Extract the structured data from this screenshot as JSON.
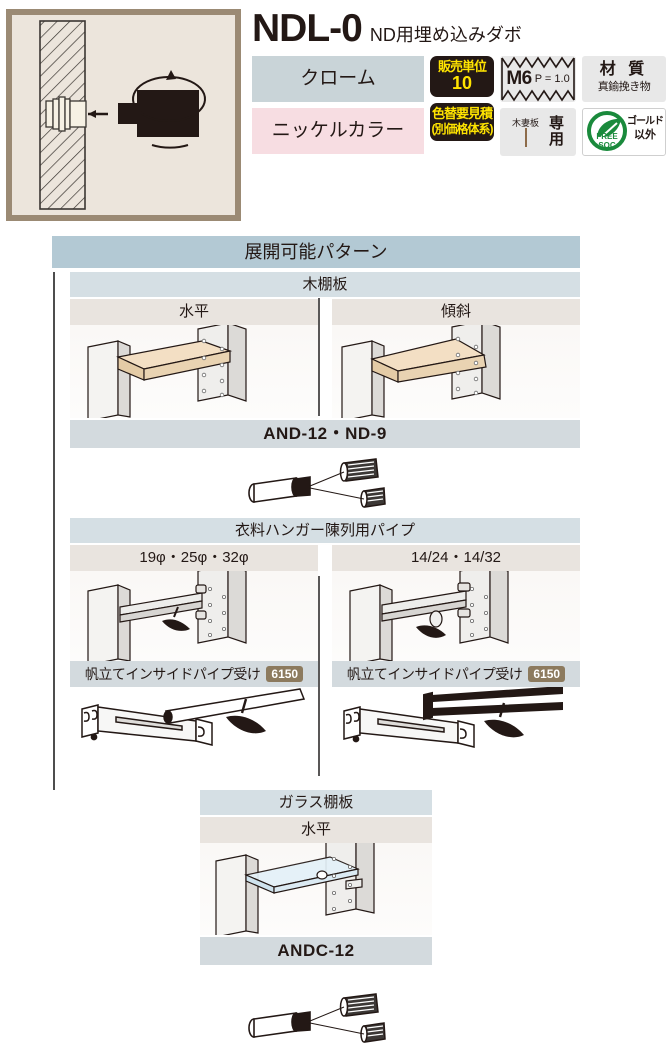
{
  "header": {
    "title": "NDL-0",
    "subtitle": "ND用埋め込みダボ",
    "finishes": [
      {
        "label": "クローム",
        "color": "#c9d4d8"
      },
      {
        "label": "ニッケルカラー",
        "color": "#f7dde2"
      }
    ],
    "unit_badge": {
      "line1": "販売単位",
      "line2": "10",
      "bg": "#231815",
      "fg": "#ffe400"
    },
    "color_badge": {
      "line1": "色替要見積",
      "line2": "(別価格体系)",
      "bg": "#231815",
      "fg": "#ffe400"
    },
    "thread_badge": {
      "size": "M6",
      "pitch": "P = 1.0"
    },
    "wood_badge": {
      "caption": "木妻板",
      "use1": "専",
      "use2": "用",
      "swatch": "#f2d9bd"
    },
    "material_badge": {
      "title": "材 質",
      "value": "真鍮挽き物"
    },
    "eco_badge": {
      "mark1": "FREE",
      "mark2": "SOC",
      "note1": "ゴールド",
      "note2": "以外",
      "color": "#1a8a3c"
    },
    "hero_alt": "埋め込みダボ取付断面図"
  },
  "pattern": {
    "title": "展開可能パターン",
    "blocks": [
      {
        "subheader": "木棚板",
        "columns": [
          {
            "label": "水平",
            "illus": "horizontal-wood-shelf"
          },
          {
            "label": "傾斜",
            "illus": "tilted-wood-shelf"
          }
        ],
        "code": "AND-12・ND-9",
        "part_illus": "dowel-peg-set"
      },
      {
        "subheader": "衣料ハンガー陳列用パイプ",
        "columns": [
          {
            "label": "19φ・25φ・32φ",
            "illus": "round-pipe-bracket",
            "receiver": {
              "label": "帆立てインサイドパイプ受け",
              "code": "6150"
            },
            "part_illus": "inside-pipe-bracket-round"
          },
          {
            "label": "14/24・14/32",
            "illus": "oval-pipe-bracket",
            "receiver": {
              "label": "帆立てインサイドパイプ受け",
              "code": "6150"
            },
            "part_illus": "inside-pipe-bracket-oval"
          }
        ]
      },
      {
        "subheader": "ガラス棚板",
        "columns": [
          {
            "label": "水平",
            "illus": "horizontal-glass-shelf"
          }
        ],
        "code": "ANDC-12",
        "part_illus": "dowel-peg-set"
      }
    ]
  },
  "colors": {
    "header_band": "#b3c9d4",
    "sub_band": "#d5dfe4",
    "col_band": "#e9e4df",
    "code_band": "#d3dade",
    "badge_brown": "#8c7a5e",
    "hero_frame": "#9b8a74"
  }
}
